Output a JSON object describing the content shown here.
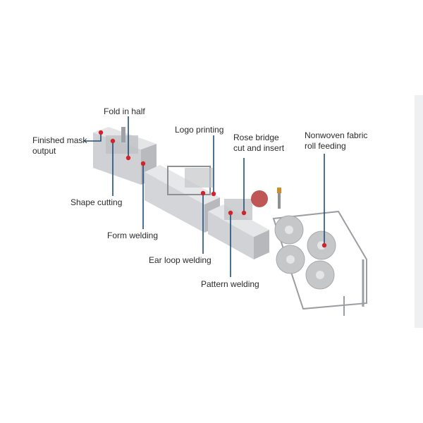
{
  "labels": {
    "finished_mask_output": [
      "Finished mask",
      "output"
    ],
    "fold_in_half": "Fold in half",
    "logo_printing": "Logo printing",
    "rose_bridge": [
      "Rose bridge",
      "cut and insert"
    ],
    "nonwoven_feeding": [
      "Nonwoven fabric",
      "roll feeding"
    ],
    "shape_cutting": "Shape cutting",
    "form_welding": "Form welding",
    "ear_loop_welding": "Ear loop welding",
    "pattern_welding": "Pattern welding"
  },
  "colors": {
    "leader": "#1f4e79",
    "marker": "#d2232a",
    "machine_body": "#d9dadc",
    "machine_shadow": "#b8babd",
    "roll": "#c9cacc"
  }
}
